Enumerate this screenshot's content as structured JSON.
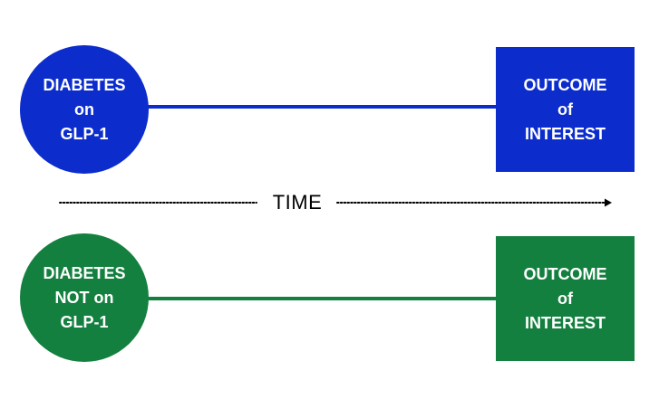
{
  "colors": {
    "blue": "#0c2dcc",
    "green": "#14803f",
    "arrow": "#000000"
  },
  "top_group": {
    "circle_lines": [
      "DIABETES",
      "on",
      "GLP-1"
    ],
    "box_lines": [
      "OUTCOME",
      "of",
      "INTEREST"
    ]
  },
  "time_axis": {
    "label": "TIME",
    "arrow_icon": "arrow-right-icon"
  },
  "bottom_group": {
    "circle_lines": [
      "DIABETES",
      "NOT on",
      "GLP-1"
    ],
    "box_lines": [
      "OUTCOME",
      "of",
      "INTEREST"
    ]
  }
}
